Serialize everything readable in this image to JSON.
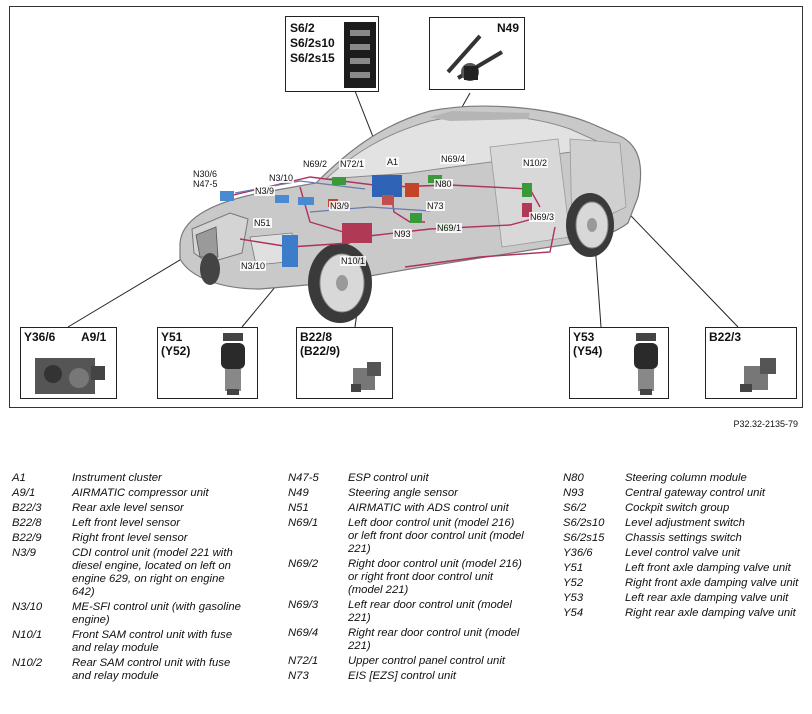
{
  "callouts": {
    "s62": {
      "lines": [
        "S6/2",
        "S6/2s10",
        "S6/2s15"
      ]
    },
    "n49": {
      "lines": [
        "N49"
      ]
    },
    "y366_a91": {
      "lines": [
        "Y36/6",
        "A9/1"
      ]
    },
    "y51": {
      "lines": [
        "Y51",
        "(Y52)"
      ]
    },
    "b228": {
      "lines": [
        "B22/8",
        "(B22/9)"
      ]
    },
    "y53": {
      "lines": [
        "Y53",
        "(Y54)"
      ]
    },
    "b223": {
      "lines": [
        "B22/3"
      ]
    }
  },
  "tags": {
    "n69_2": "N69/2",
    "n72_1": "N72/1",
    "a1": "A1",
    "n69_4": "N69/4",
    "n10_2": "N10/2",
    "n30_6": "N30/6",
    "n47_5": "N47-5",
    "n3_10_top": "N3/10",
    "n3_9_top": "N3/9",
    "n80": "N80",
    "n3_9": "N3/9",
    "n73": "N73",
    "n69_3": "N69/3",
    "n51": "N51",
    "n93": "N93",
    "n69_1": "N69/1",
    "n3_10_bottom": "N3/10",
    "n10_1": "N10/1"
  },
  "figure_ref": "P32.32-2135-79",
  "legend": {
    "col1": [
      {
        "code": "A1",
        "desc": "Instrument cluster"
      },
      {
        "code": "A9/1",
        "desc": "AIRMATIC compressor unit"
      },
      {
        "code": "B22/3",
        "desc": "Rear axle level sensor"
      },
      {
        "code": "B22/8",
        "desc": "Left front level sensor"
      },
      {
        "code": "B22/9",
        "desc": "Right front level sensor"
      },
      {
        "code": "N3/9",
        "desc": "CDI control unit (model 221 with diesel engine, located on left on engine 629, on right on engine 642)"
      },
      {
        "code": "N3/10",
        "desc": "ME-SFI control unit (with gasoline engine)"
      },
      {
        "code": "N10/1",
        "desc": "Front SAM control unit with fuse and relay module"
      },
      {
        "code": "N10/2",
        "desc": "Rear SAM control unit with fuse and relay module"
      }
    ],
    "col2": [
      {
        "code": "N47-5",
        "desc": "ESP control unit"
      },
      {
        "code": "N49",
        "desc": "Steering angle sensor"
      },
      {
        "code": "N51",
        "desc": "AIRMATIC with ADS control unit"
      },
      {
        "code": "N69/1",
        "desc": "Left door control unit (model 216) or left front door control unit (model 221)"
      },
      {
        "code": "N69/2",
        "desc": "Right door control unit (model 216) or right front door control unit (model 221)"
      },
      {
        "code": "N69/3",
        "desc": "Left rear door control unit (model 221)"
      },
      {
        "code": "N69/4",
        "desc": "Right rear door control unit (model 221)"
      },
      {
        "code": "N72/1",
        "desc": "Upper control panel control unit"
      },
      {
        "code": "N73",
        "desc": "EIS [EZS] control unit"
      }
    ],
    "col3": [
      {
        "code": "N80",
        "desc": "Steering column module"
      },
      {
        "code": "N93",
        "desc": "Central gateway control unit"
      },
      {
        "code": "S6/2",
        "desc": "Cockpit switch group"
      },
      {
        "code": "S6/2s10",
        "desc": "Level adjustment switch"
      },
      {
        "code": "S6/2s15",
        "desc": "Chassis settings switch"
      },
      {
        "code": "Y36/6",
        "desc": "Level control valve unit"
      },
      {
        "code": "Y51",
        "desc": "Left front axle damping valve unit"
      },
      {
        "code": "Y52",
        "desc": "Right front axle damping valve unit"
      },
      {
        "code": "Y53",
        "desc": "Left rear axle damping valve unit"
      },
      {
        "code": "Y54",
        "desc": "Right rear axle damping valve unit"
      }
    ]
  }
}
